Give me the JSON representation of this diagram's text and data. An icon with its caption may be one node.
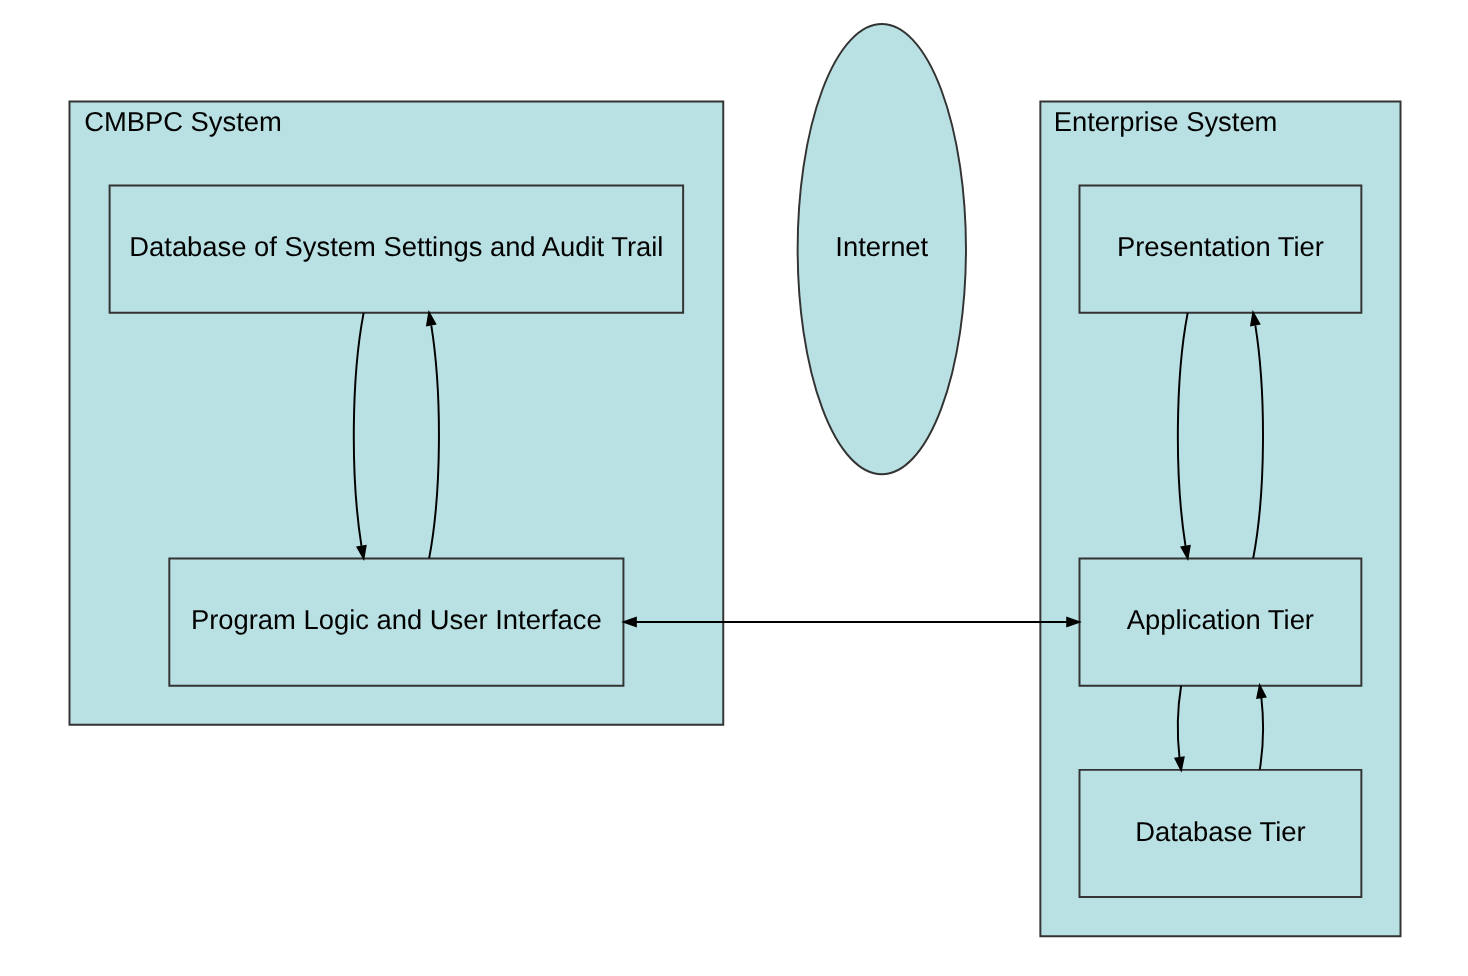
{
  "diagram": {
    "nodes": [
      {
        "text": [
          "CMBPC System"
        ]
      },
      {
        "text": [
          "Database of System Settings and Audit Trail"
        ],
        "in": 0
      },
      {
        "text": [
          "Program Logic and User Interface"
        ],
        "in": 0
      },
      {
        "text": [
          "Internet"
        ]
      },
      {
        "text": [
          "Enterprise System"
        ]
      },
      {
        "text": [
          "Presentation Tier"
        ],
        "in": 4
      },
      {
        "text": [
          "Application Tier"
        ],
        "in": 4
      },
      {
        "text": [
          "Database Tier"
        ],
        "in": 4
      }
    ],
    "edges": [
      {
        "from": 2,
        "to": 1,
        "arrow": "to"
      },
      {
        "from": 1,
        "to": 2,
        "arrow": "to"
      },
      {
        "from": 5,
        "to": 6,
        "arrow": "to"
      },
      {
        "from": 6,
        "to": 5,
        "arrow": "to"
      },
      {
        "from": 6,
        "to": 7,
        "arrow": "to"
      },
      {
        "from": 7,
        "to": 6,
        "arrow": "to"
      },
      {
        "from": 2,
        "to": 6,
        "arrow": "to"
      },
      {
        "from": 6,
        "to": 2,
        "arrow": "to"
      }
    ]
  }
}
